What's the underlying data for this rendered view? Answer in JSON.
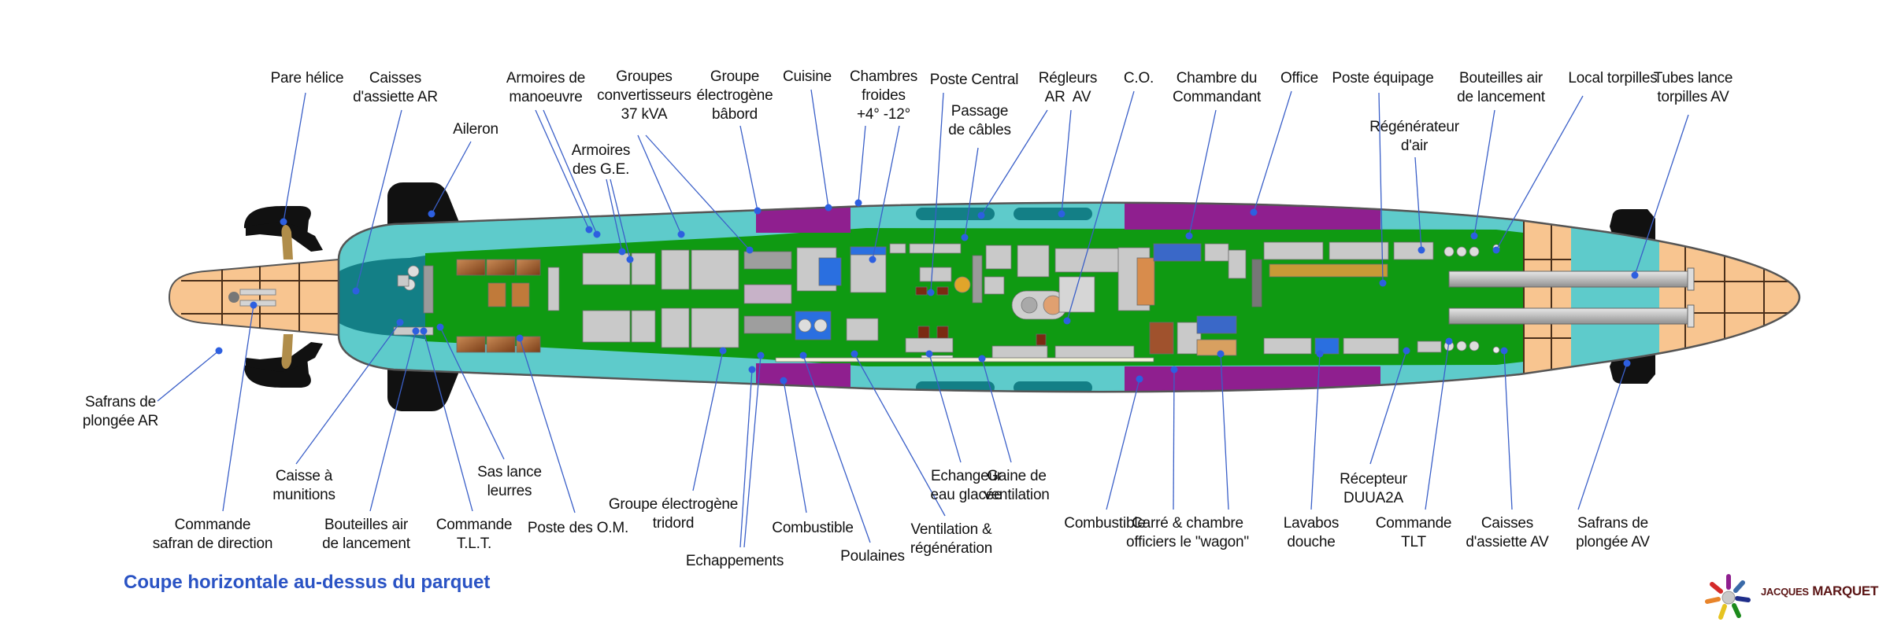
{
  "caption": "Coupe horizontale au-dessus du parquet",
  "author": {
    "first": "Jacques",
    "last": "MARQUET"
  },
  "colors": {
    "hull_outline": "#555555",
    "ballast_cyan": "#5ecbcb",
    "ballast_dark": "#137f86",
    "interior_green": "#0f9a12",
    "fuel_purple": "#8f1f8f",
    "end_tanks_peach": "#f8c590",
    "appendages_black": "#111111",
    "leader_line": "#3a5fc8",
    "leader_dot": "#2d5fe0",
    "equipment_grey": "#c9c9c9",
    "tile_blue": "#2a6fe0",
    "wood_brown": "#a0522d",
    "caption_blue": "#2a53c4"
  },
  "labels_top": [
    {
      "id": "pare-helice",
      "text": "Pare hélice"
    },
    {
      "id": "caisses-assiette-ar",
      "text": "Caisses\nd'assiette AR"
    },
    {
      "id": "aileron",
      "text": "Aileron"
    },
    {
      "id": "armoires-manoeuvre",
      "text": "Armoires de\nmanoeuvre"
    },
    {
      "id": "armoires-ge",
      "text": "Armoires\ndes G.E."
    },
    {
      "id": "groupes-convertisseurs",
      "text": "Groupes\nconvertisseurs\n37 kVA"
    },
    {
      "id": "groupe-electrogene-babord",
      "text": "Groupe\nélectrogène\nbâbord"
    },
    {
      "id": "cuisine",
      "text": "Cuisine"
    },
    {
      "id": "chambres-froides",
      "text": "Chambres\nfroides\n+4° -12°"
    },
    {
      "id": "poste-central",
      "text": "Poste Central"
    },
    {
      "id": "passage-cables",
      "text": "Passage\nde câbles"
    },
    {
      "id": "regleurs",
      "text": "Régleurs\nAR  AV"
    },
    {
      "id": "co",
      "text": "C.O."
    },
    {
      "id": "chambre-commandant",
      "text": "Chambre du\nCommandant"
    },
    {
      "id": "office",
      "text": "Office"
    },
    {
      "id": "poste-equipage",
      "text": "Poste équipage"
    },
    {
      "id": "regenerateur-air",
      "text": "Régénérateur\nd'air"
    },
    {
      "id": "bouteilles-air-av",
      "text": "Bouteilles air\nde lancement"
    },
    {
      "id": "local-torpilles",
      "text": "Local torpilles"
    },
    {
      "id": "tubes-lance-torpilles",
      "text": "Tubes lance\ntorpilles AV"
    }
  ],
  "labels_bottom": [
    {
      "id": "safrans-plongee-ar",
      "text": "Safrans de\nplongée AR"
    },
    {
      "id": "commande-safran-direction",
      "text": "Commande\nsafran de direction"
    },
    {
      "id": "caisse-munitions",
      "text": "Caisse à\nmunitions"
    },
    {
      "id": "bouteilles-air-ar",
      "text": "Bouteilles air\nde lancement"
    },
    {
      "id": "commande-tlt-ar",
      "text": "Commande\nT.L.T."
    },
    {
      "id": "sas-lance-leurres",
      "text": "Sas lance\nleurres"
    },
    {
      "id": "poste-om",
      "text": "Poste des O.M."
    },
    {
      "id": "groupe-electrogene-tribord",
      "text": "Groupe électrogène\ntridord"
    },
    {
      "id": "echappements",
      "text": "Echappements"
    },
    {
      "id": "combustible-1",
      "text": "Combustible"
    },
    {
      "id": "poulaines",
      "text": "Poulaines"
    },
    {
      "id": "ventilation-regeneration",
      "text": "Ventilation &\nrégénération"
    },
    {
      "id": "echangeur-eau-glacee",
      "text": "Echangeur\neau glacée"
    },
    {
      "id": "gaine-ventilation",
      "text": "Gaine de\nventilation"
    },
    {
      "id": "combustible-2",
      "text": "Combustible"
    },
    {
      "id": "carre-officiers",
      "text": "Carré & chambre\nofficiers le \"wagon\""
    },
    {
      "id": "lavabos-douche",
      "text": "Lavabos\ndouche"
    },
    {
      "id": "recepteur-duua2a",
      "text": "Récepteur\nDUUA2A"
    },
    {
      "id": "commande-tlt-av",
      "text": "Commande\nTLT"
    },
    {
      "id": "caisses-assiette-av",
      "text": "Caisses\nd'assiette AV"
    },
    {
      "id": "safrans-plongee-av",
      "text": "Safrans de\nplongée AV"
    }
  ]
}
